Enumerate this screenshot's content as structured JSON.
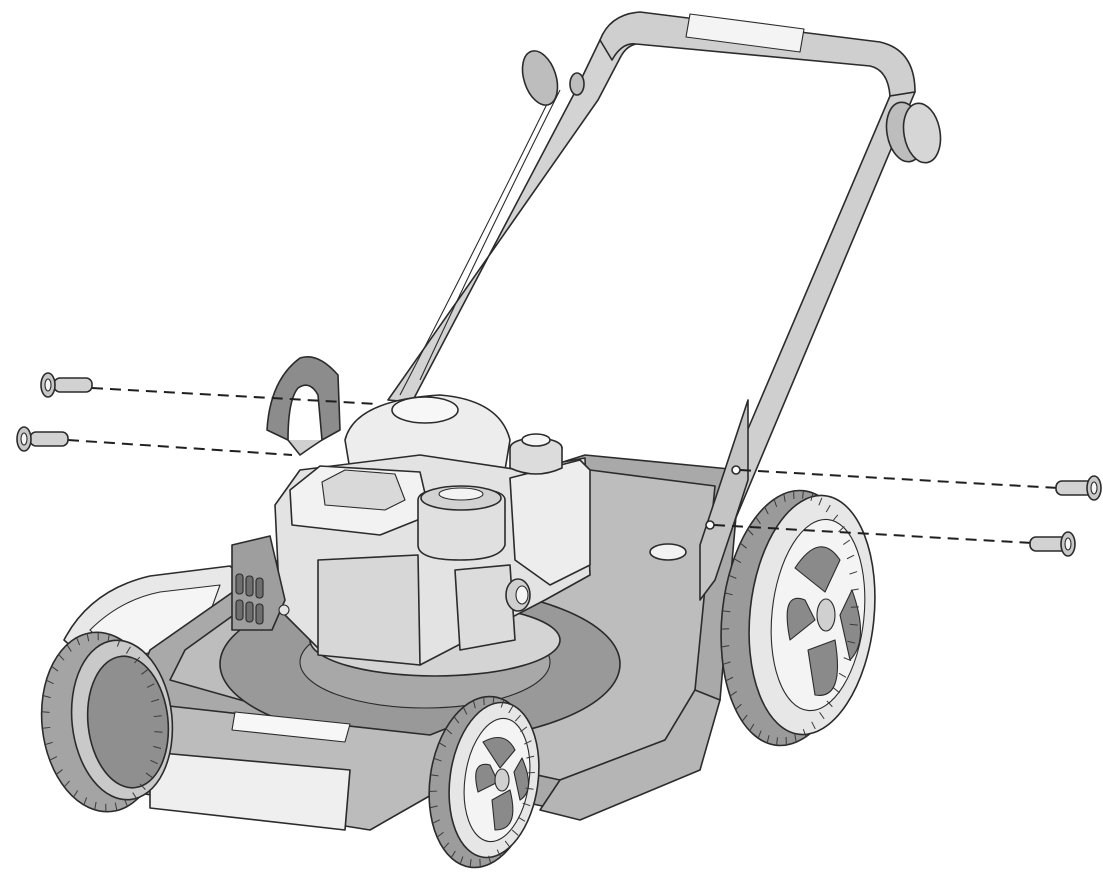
{
  "diagram": {
    "subject": "push-lawn-mower-handle-assembly",
    "fasteners": [
      "bolt-left-upper",
      "bolt-left-lower",
      "bolt-right-upper",
      "bolt-right-lower"
    ],
    "colors": {
      "outline": "#2b2b2b",
      "light": "#f1f1f1",
      "mid_light": "#d9d9d9",
      "mid": "#bdbdbd",
      "dark": "#9a9a9a",
      "darker": "#7c7c7c"
    }
  }
}
